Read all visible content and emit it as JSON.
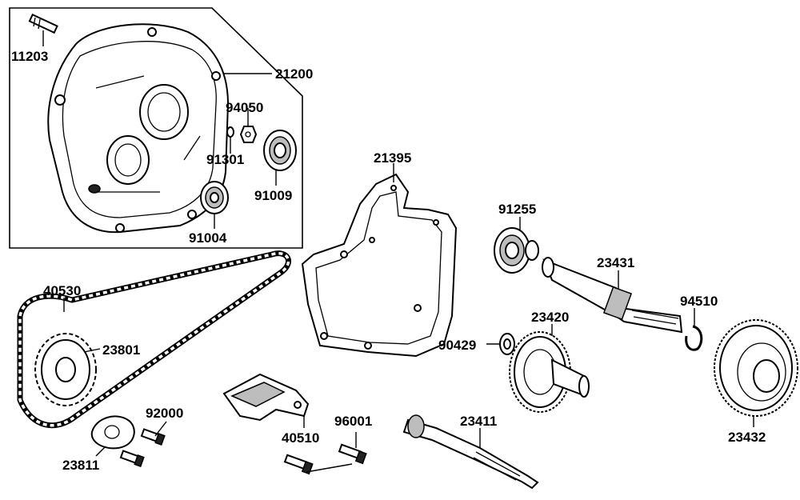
{
  "parts": {
    "p11203": "11203",
    "p21200": "21200",
    "p94050": "94050",
    "p91301": "91301",
    "p91009": "91009",
    "p91004": "91004",
    "p21395": "21395",
    "p91255": "91255",
    "p23431": "23431",
    "p94510": "94510",
    "p23420": "23420",
    "p90429": "90429",
    "p23432": "23432",
    "p40530": "40530",
    "p23801": "23801",
    "p92000": "92000",
    "p23811": "23811",
    "p40510": "40510",
    "p96001": "96001",
    "p23411": "23411"
  }
}
